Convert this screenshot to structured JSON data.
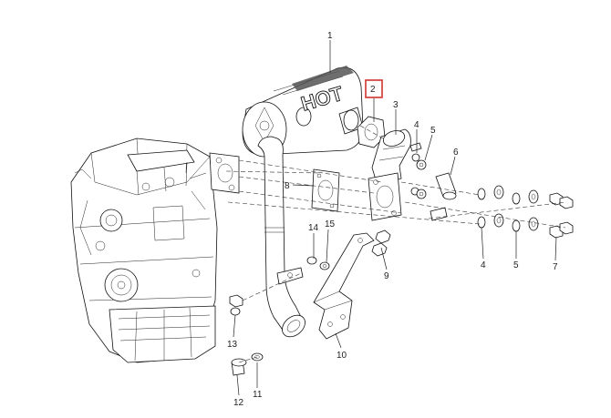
{
  "diagram": {
    "highlight_color": "#d0342c",
    "decal_text": "HOT",
    "callouts": [
      {
        "id": "c1",
        "text": "1"
      },
      {
        "id": "c2",
        "text": "2",
        "highlighted": true
      },
      {
        "id": "c3",
        "text": "3"
      },
      {
        "id": "c4a",
        "text": "4"
      },
      {
        "id": "c5a",
        "text": "5"
      },
      {
        "id": "c6",
        "text": "6"
      },
      {
        "id": "c8",
        "text": "8"
      },
      {
        "id": "c14",
        "text": "14"
      },
      {
        "id": "c15",
        "text": "15"
      },
      {
        "id": "c9",
        "text": "9"
      },
      {
        "id": "c4b",
        "text": "4"
      },
      {
        "id": "c5b",
        "text": "5"
      },
      {
        "id": "c7",
        "text": "7"
      },
      {
        "id": "c13",
        "text": "13"
      },
      {
        "id": "c10",
        "text": "10"
      },
      {
        "id": "c12",
        "text": "12"
      },
      {
        "id": "c11",
        "text": "11"
      }
    ]
  }
}
